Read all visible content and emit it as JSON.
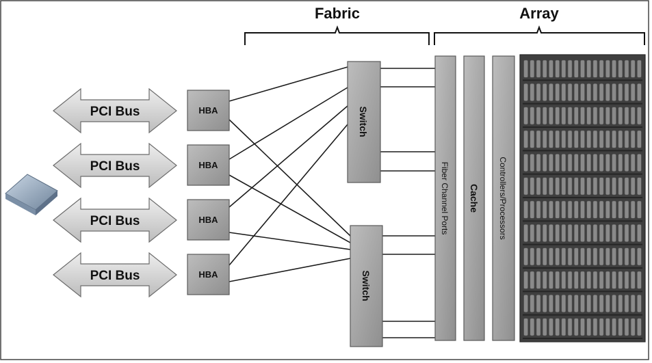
{
  "labels": {
    "fabric": "Fabric",
    "array": "Array",
    "pci_bus": "PCI Bus",
    "hba": "HBA",
    "switch": "Switch",
    "fiber_channel_ports": "Fiber Channel Ports",
    "cache": "Cache",
    "controllers": "Controllers/Processors"
  },
  "colors": {
    "box_fill": "#a9a9a9",
    "box_stroke": "#5a5a5a",
    "arrow_fill": "#d6d6d6",
    "disk_bg": "#3f3f3f",
    "disk_cell": "#8a8a8a",
    "line": "#222222",
    "server": "#8fa3b8"
  },
  "structure": {
    "pci_bus_count": 4,
    "hba_count": 4,
    "switch_count": 2,
    "disk_rows": 12,
    "disk_cols": 19
  }
}
